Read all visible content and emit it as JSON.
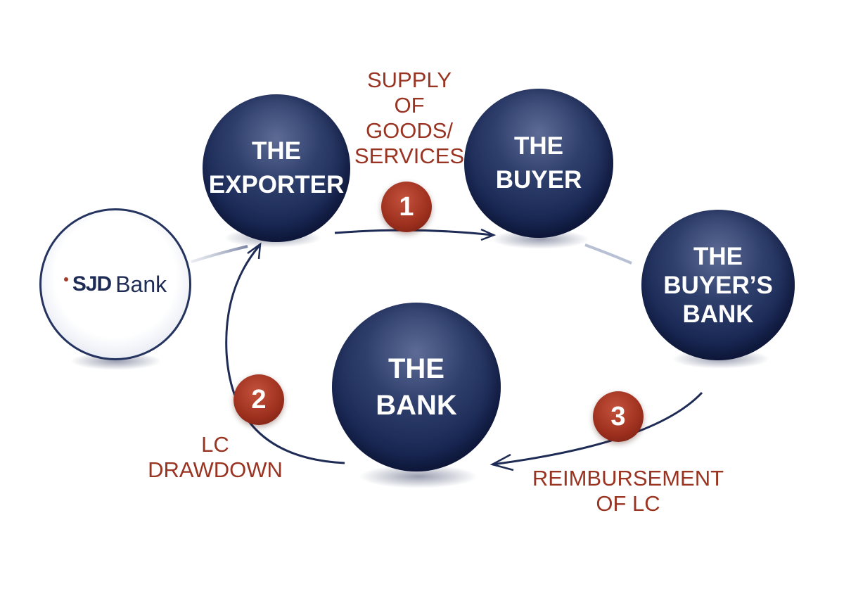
{
  "nodes": {
    "exporter": "THE\nEXPORTER",
    "buyer": "THE\nBUYER",
    "buyers_bank": "THE\nBUYER’S\nBANK",
    "bank": "THE\nBANK"
  },
  "logo": {
    "mark": "SJD",
    "text": "Bank"
  },
  "steps": {
    "one": {
      "number": "1",
      "caption": "SUPPLY\nOF\nGOODS/\nSERVICES"
    },
    "two": {
      "number": "2",
      "caption": "LC\nDRAWDOWN"
    },
    "three": {
      "number": "3",
      "caption": "REIMBURSEMENT\nOF LC"
    }
  },
  "colors": {
    "sphere": "#1b2a57",
    "accent": "#9a3422",
    "arrow": "#1e2b55"
  }
}
